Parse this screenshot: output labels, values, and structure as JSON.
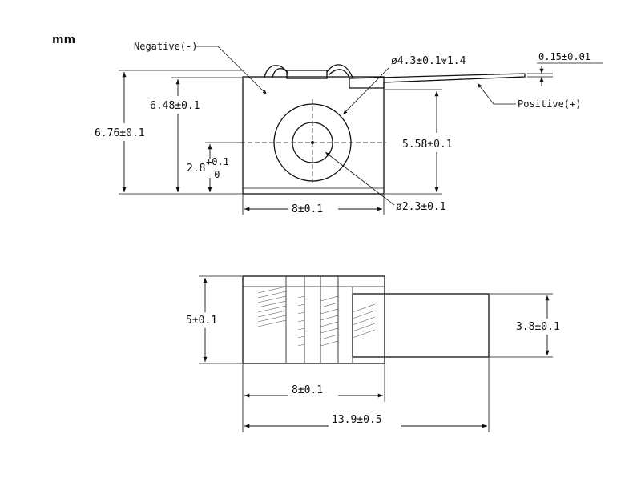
{
  "units": "mm",
  "top_view": {
    "negative_label": "Negative(-)",
    "positive_label": "Positive(+)",
    "hole_outer": "ø4.3±0.1⩔1.4",
    "hole_inner": "ø2.3±0.1",
    "lead_thickness": "0.15±0.01",
    "overall_height": "6.76±0.1",
    "body_height": "6.48±0.1",
    "center_height": "2.8",
    "center_tol_plus": "+0.1",
    "center_tol_minus": "-0",
    "right_height": "5.58±0.1",
    "width": "8±0.1"
  },
  "side_view": {
    "height": "5±0.1",
    "tab_height": "3.8±0.1",
    "body_width": "8±0.1",
    "overall_length": "13.9±0.5"
  }
}
